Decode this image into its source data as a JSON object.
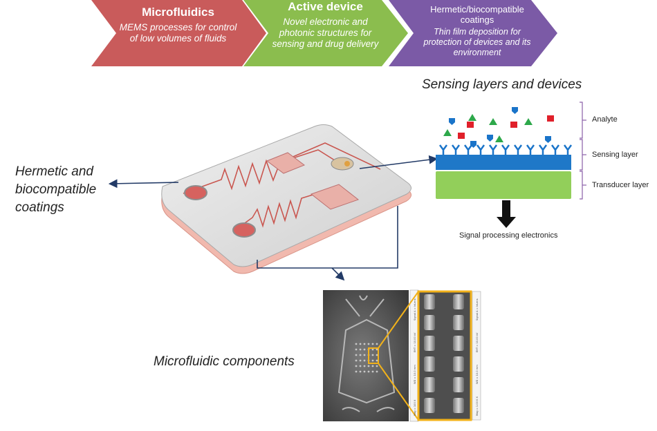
{
  "chevrons": [
    {
      "title": "Microfluidics",
      "description": "MEMS processes for control of low volumes of fluids",
      "color": "#c95b5b"
    },
    {
      "title": "Active device",
      "description": "Novel electronic and photonic structures for sensing and drug delivery",
      "color": "#8bbd4e"
    },
    {
      "title": "Hermetic/biocompatible coatings",
      "description": "Thin film deposition for protection of devices and its environment",
      "color": "#7b5aa6"
    }
  ],
  "labels": {
    "sensing_title": "Sensing layers and devices",
    "hermetic": "Hermetic and biocompatible coatings",
    "microfluidic": "Microfluidic components"
  },
  "sensing": {
    "analyte": "Analyte",
    "sensing_layer": "Sensing layer",
    "transducer_layer": "Transducer layer",
    "signal": "Signal processing electronics",
    "colors": {
      "sensing": "#1f78c8",
      "transducer": "#92cf5a",
      "bracket": "#8a5fa8",
      "marker_blue": "#1a74c9",
      "marker_green": "#2da84a",
      "marker_red": "#e0202a"
    }
  },
  "sem_panel": {
    "left_strip": [
      "Signal A = InLens",
      "EHT = 10.00 kV",
      "WD = 10.0 mm",
      "Mag = 100 X"
    ],
    "right_strip": [
      "Signal A = InLens",
      "EHT = 10.00 kV",
      "WD = 10.0 mm",
      "Mag = 1.00 K X"
    ],
    "highlight_color": "#f2b21a"
  }
}
